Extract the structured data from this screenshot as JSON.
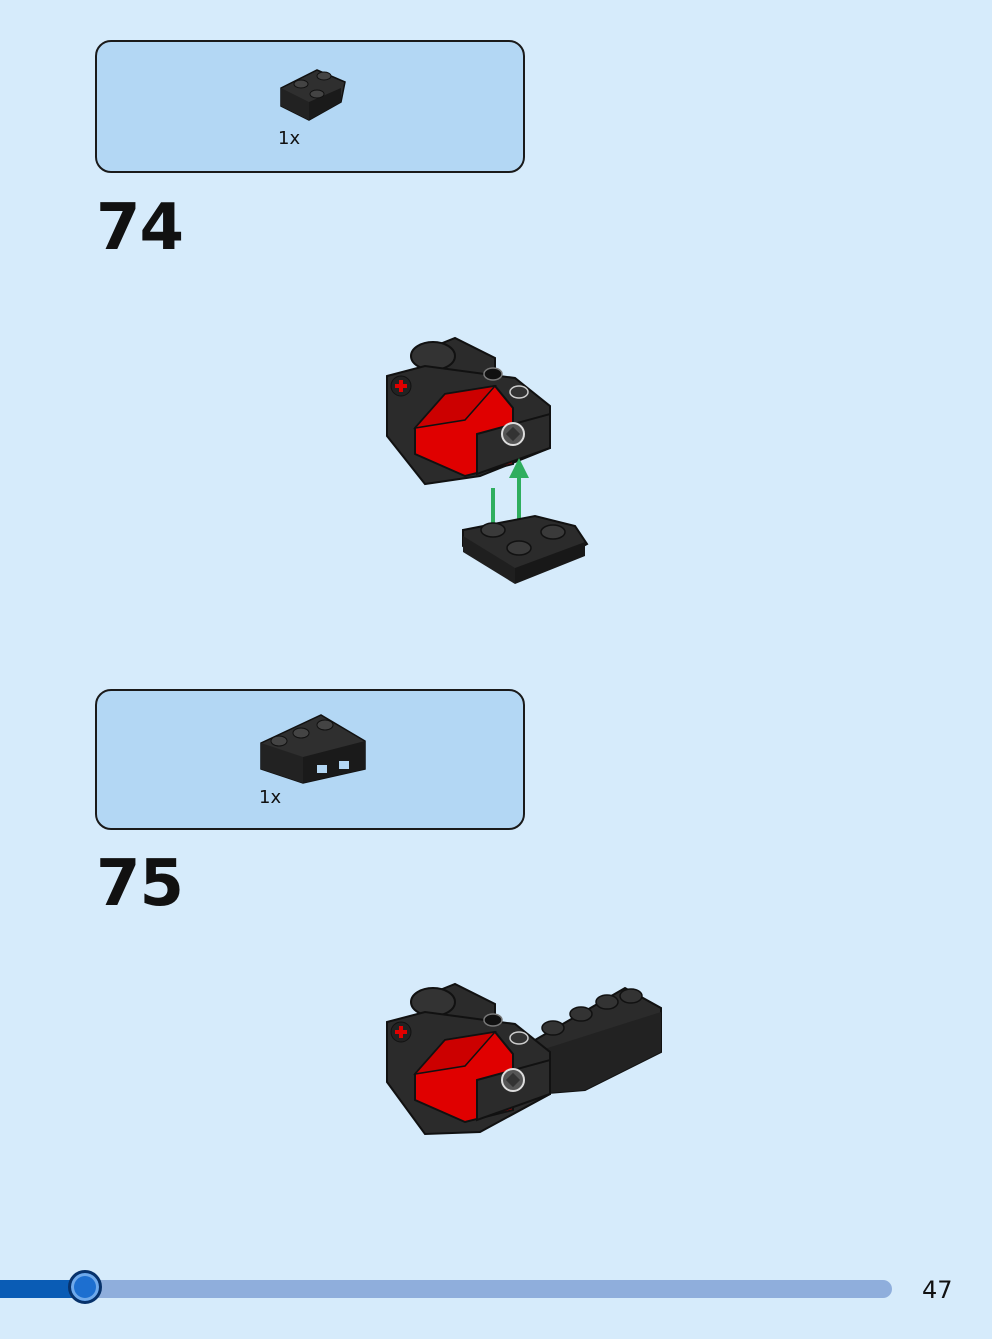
{
  "steps": [
    {
      "number": "74",
      "parts": [
        {
          "qty": "1x",
          "part": "wedge-plate-2x2"
        }
      ]
    },
    {
      "number": "75",
      "parts": [
        {
          "qty": "1x",
          "part": "wedge-brick-3x2"
        }
      ]
    }
  ],
  "progress": {
    "fraction": 0.095
  },
  "page": {
    "number": "47"
  },
  "colors": {
    "background": "#d6ebfb",
    "parts_box": "#b3d7f4",
    "brick_dark": "#2b2b2b",
    "brick_red": "#e00000",
    "arrow": "#2fae5e",
    "progress_fill": "#0a5cb5",
    "progress_track": "#8faedc"
  }
}
